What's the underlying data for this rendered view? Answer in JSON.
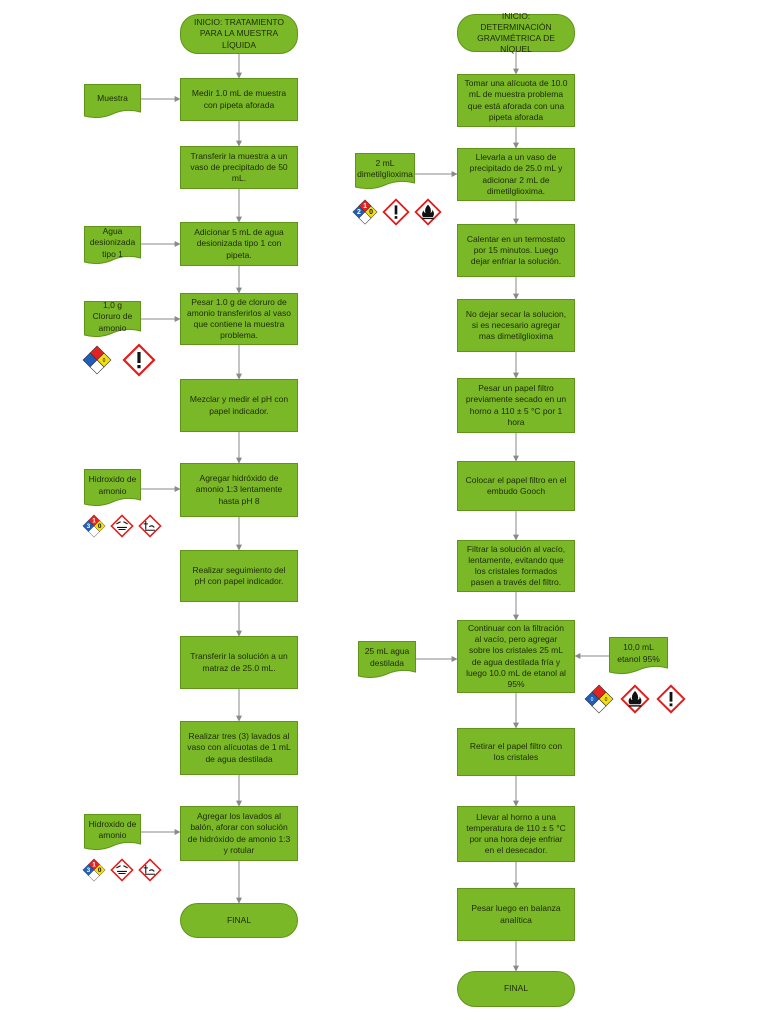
{
  "left_flow": {
    "start": "INICIO: TRATAMIENTO PARA LA MUESTRA LÍQUIDA",
    "steps": [
      "Medir 1.0 mL de muestra con pipeta aforada",
      "Transferir la muestra a un vaso de precipitado de 50 mL.",
      "Adicionar 5 mL de agua desionizada tipo 1 con pipeta.",
      "Pesar 1.0 g de cloruro de amonio transferirlos al vaso que contiene la muestra problema.",
      "Mezclar y medir el pH con papel indicador.",
      "Agregar hidróxido de amonio 1:3 lentamente hasta pH 8",
      "Realizar seguimiento del pH con papel indicador.",
      "Transferir la solución a un matraz de 25.0 mL.",
      "Realizar tres (3) lavados al vaso con alícuotas de 1 mL de agua destilada",
      "Agregar los lavados al balón, aforar con solución de hidróxido de amonio 1:3 y rotular"
    ],
    "end": "FINAL",
    "inputs": [
      "Muestra",
      "Agua desionizada tipo 1",
      "1,0 g Cloruro de amonio",
      "Hidroxido de amonio",
      "Hidroxido de amonio"
    ]
  },
  "right_flow": {
    "start": "INICIO: DETERMINACIÓN GRAVIMÉTRICA DE NÍQUEL",
    "steps": [
      "Tomar una alícuota de 10.0 mL de muestra problema que está aforada con una pipeta aforada",
      "Llevarla a un vaso de precipitado de 25.0 mL y adicionar 2 mL de dimetilglioxima.",
      "Calentar en un termostato por 15 minutos. Luego dejar enfriar la solución.",
      "No dejar secar la solucion, si es necesario agregar mas dimetilglioxima",
      "Pesar un papel filtro previamente secado en un horno a 110 ± 5 °C por 1 hora",
      "Colocar el papel filtro en el embudo Gooch",
      "Filtrar la solución al vacío, lentamente, evitando que los cristales formados pasen a través del filtro.",
      "Continuar con la filtración al vacío, pero agregar sobre los cristales 25 mL de agua destilada fría y luego 10.0 mL de etanol al 95%",
      "Retirar el papel filtro con los cristales",
      "Llevar al horno a una temperatura de 110 ± 5 °C por una hora deje enfriar en el desecador.",
      "Pesar luego en balanza analítica"
    ],
    "end": "FINAL",
    "inputs": [
      "2 mL dimetilglioxima",
      "25 mL agua destilada",
      "10,0 mL etanol 95%"
    ]
  },
  "nfpa": {
    "ammonium_chloride": {
      "health": "",
      "flammability": "",
      "reactivity": "0"
    },
    "ammonium_hydroxide": {
      "health": "3",
      "flammability": "1",
      "reactivity": "0"
    },
    "dimethylglyoxime": {
      "health": "2",
      "flammability": "1",
      "reactivity": "0"
    },
    "ethanol": {
      "health": "0",
      "flammability": "",
      "reactivity": "0"
    }
  },
  "icon_names": [
    "nfpa-diamond-icon",
    "exclamation-hazard-icon",
    "corrosive-hazard-icon",
    "flammable-hazard-icon",
    "environment-hazard-icon"
  ],
  "colors": {
    "box_fill": "#7ab828",
    "box_border": "#5f9419",
    "connector": "#8a8a8a",
    "nfpa_health": "#1f5fb8",
    "nfpa_flammability": "#e52222",
    "nfpa_reactivity": "#f3de16",
    "ghs_red": "#e01b1b"
  }
}
